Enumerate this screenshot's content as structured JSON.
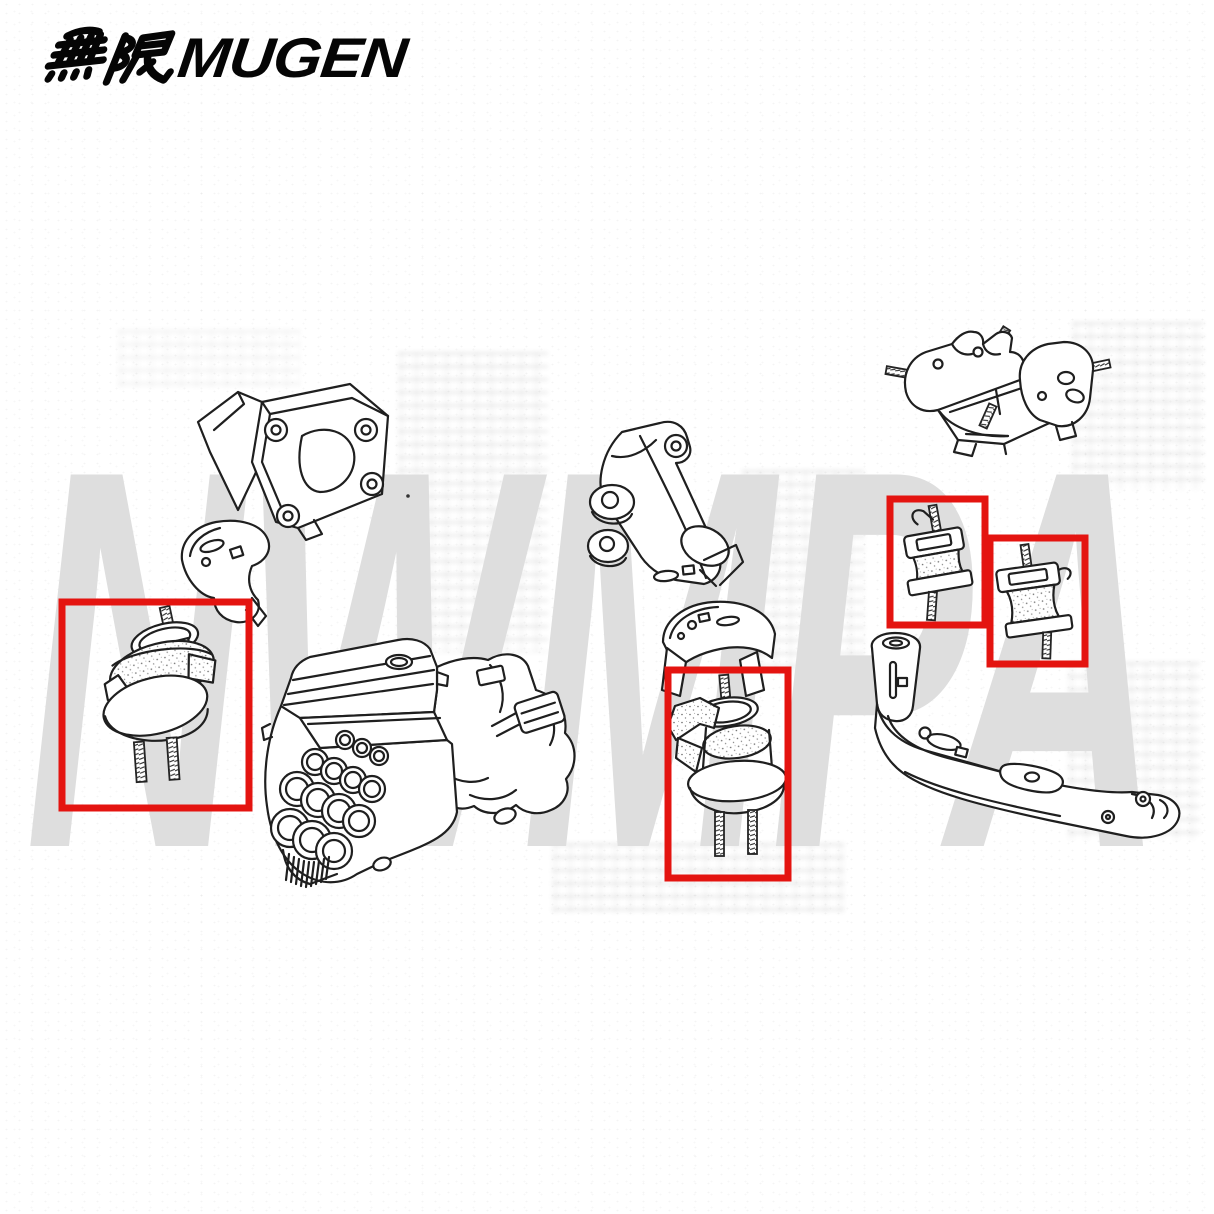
{
  "brand": {
    "logo_kanji": "無限",
    "logo_latin": "MUGEN",
    "logo_full": "無限 MUGEN"
  },
  "watermark": {
    "text": "NWMPA"
  },
  "colors": {
    "highlight_box": "#e41410",
    "line_art": "#1f1f1f",
    "watermark_gray": "#dedede",
    "logo_black": "#050505",
    "background": "#ffffff"
  },
  "diagram": {
    "type": "exploded-parts-line-drawing",
    "subject": "engine and transmission mount set",
    "highlighted_part_count": 4,
    "parts": [
      {
        "name": "engine side mount bracket",
        "highlighted": false
      },
      {
        "name": "mount stop cover",
        "highlighted": false
      },
      {
        "name": "front engine mount",
        "highlighted": true
      },
      {
        "name": "engine and transmission assembly",
        "highlighted": false
      },
      {
        "name": "transmission side mount bracket",
        "highlighted": false
      },
      {
        "name": "mount cover",
        "highlighted": false
      },
      {
        "name": "rear engine mount",
        "highlighted": true
      },
      {
        "name": "transmission mount bracket",
        "highlighted": false
      },
      {
        "name": "transmission mount upper",
        "highlighted": true
      },
      {
        "name": "transmission mount lower",
        "highlighted": true
      },
      {
        "name": "rear crossmember beam",
        "highlighted": false
      }
    ]
  }
}
